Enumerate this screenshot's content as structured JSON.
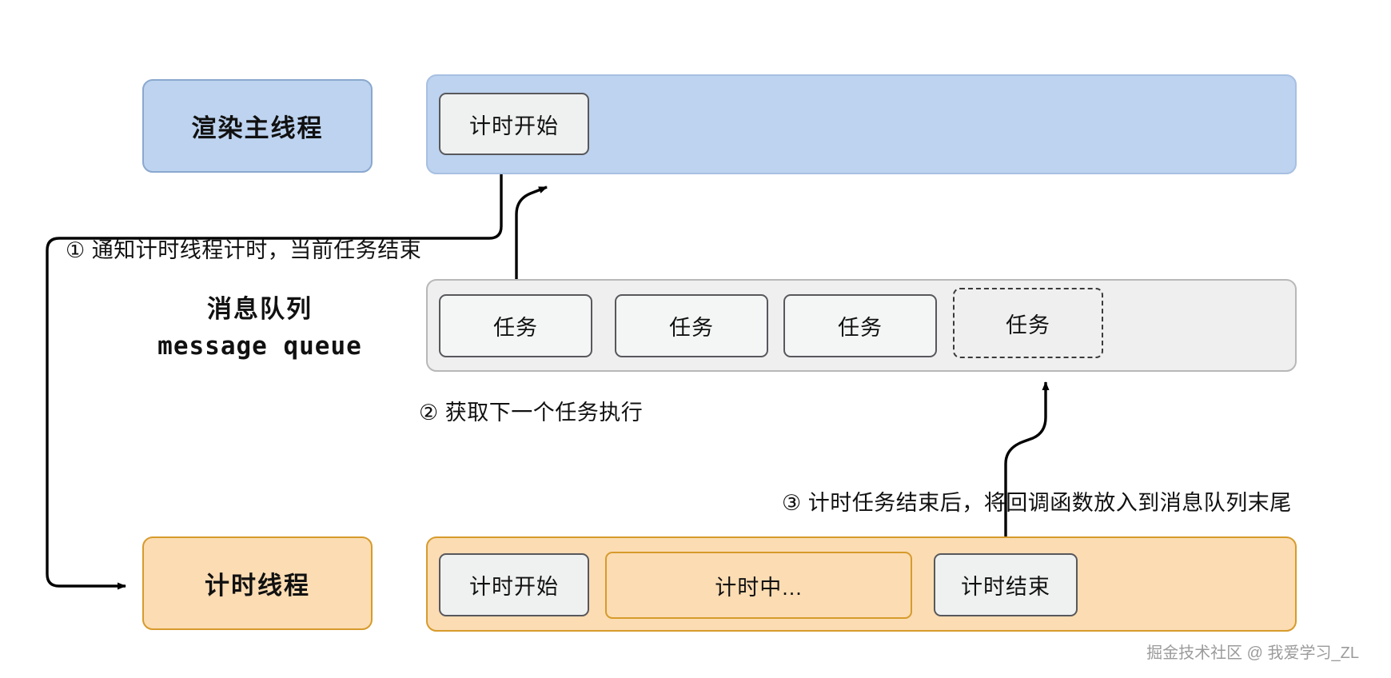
{
  "diagram": {
    "title_watermark": "掘金技术社区 @ 我爱学习_ZL",
    "lanes": [
      {
        "id": "render-thread",
        "label": "渲染主线程",
        "color": "#bdd3ef",
        "border": "#8aa8cf"
      },
      {
        "id": "timer-thread",
        "label": "计时线程",
        "color": "#fbdcb3",
        "border": "#d79b2c"
      }
    ],
    "queue": {
      "label_cn": "消息队列",
      "label_en": "message queue",
      "track_color": "#efefef",
      "track_border": "#b8b8b8",
      "items": [
        {
          "label": "任务",
          "style": "solid"
        },
        {
          "label": "任务",
          "style": "solid"
        },
        {
          "label": "任务",
          "style": "solid"
        },
        {
          "label": "任务",
          "style": "dashed"
        }
      ]
    },
    "render_track": {
      "items": [
        {
          "label": "计时开始",
          "style": "solid-gray"
        }
      ]
    },
    "timer_track": {
      "items": [
        {
          "label": "计时开始",
          "style": "solid-gray"
        },
        {
          "label": "计时中...",
          "style": "solid-orange"
        },
        {
          "label": "计时结束",
          "style": "solid-gray"
        }
      ]
    },
    "annotations": [
      {
        "id": "step-1",
        "text": "① 通知计时线程计时，当前任务结束"
      },
      {
        "id": "step-2",
        "text": "② 获取下一个任务执行"
      },
      {
        "id": "step-3",
        "text": "③ 计时任务结束后，将回调函数放入到消息队列末尾"
      }
    ],
    "arrows": [
      {
        "id": "arrow-notify-timer",
        "from": "计时开始(渲染主线程)",
        "to": "计时线程"
      },
      {
        "id": "arrow-fetch-task",
        "from": "消息队列任务1",
        "to": "渲染主线程"
      },
      {
        "id": "arrow-callback",
        "from": "计时结束(计时线程)",
        "to": "消息队列末尾任务"
      }
    ],
    "colors": {
      "blue_fill": "#bdd3ef",
      "blue_border": "#8aa8cf",
      "orange_fill": "#fbdcb3",
      "orange_border": "#d79b2c",
      "gray_fill": "#efefef",
      "gray_border": "#b8b8b8",
      "chip_border": "#58585c",
      "line": "#000000"
    }
  }
}
